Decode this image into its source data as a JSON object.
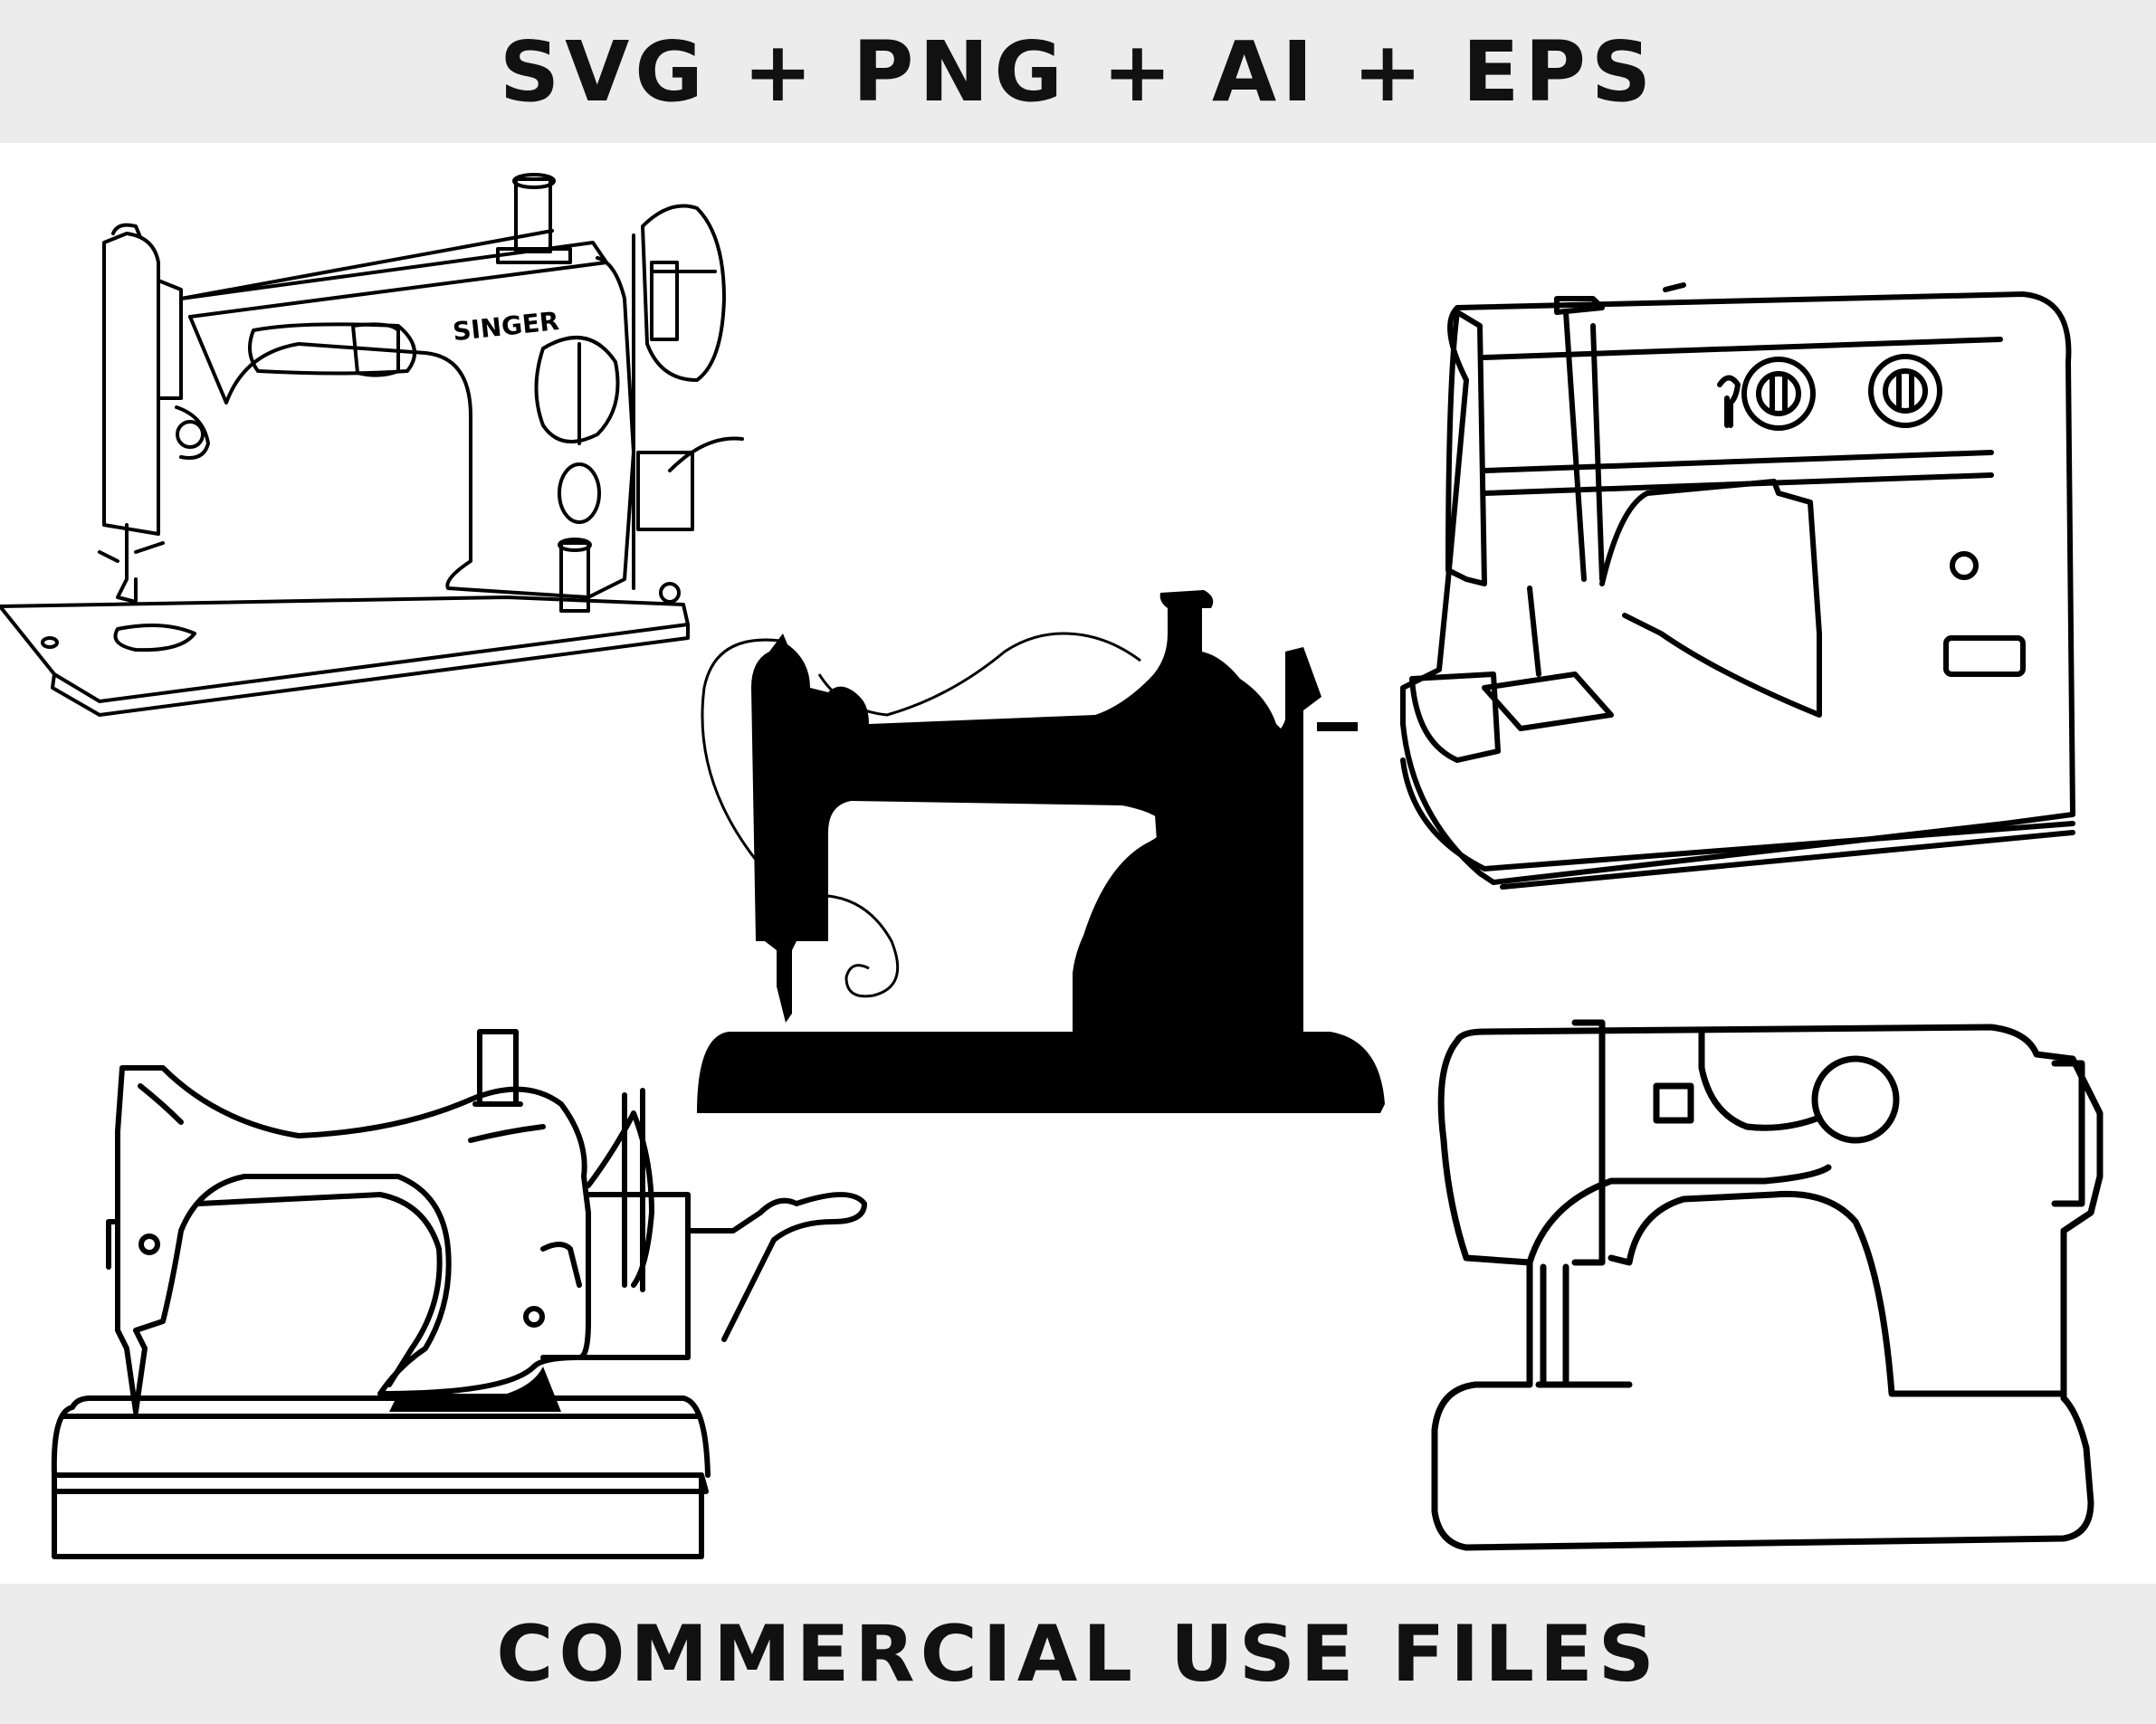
{
  "header": {
    "formats_text": "SVG + PNG + AI + EPS"
  },
  "footer": {
    "license_text": "COMMERCIAL USE FILES"
  },
  "machines": [
    {
      "name": "Vintage Singer machine (line art)",
      "brand_label": "SINGER"
    },
    {
      "name": "Modern machine with two dials (line art)"
    },
    {
      "name": "Antique machine silhouette (solid black)"
    },
    {
      "name": "Antique hand-crank machine (line art)"
    },
    {
      "name": "Simple modern machine (line art)"
    }
  ],
  "colors": {
    "ink": "#000000",
    "banner_bg": "#ececec",
    "page_bg": "#ffffff"
  }
}
